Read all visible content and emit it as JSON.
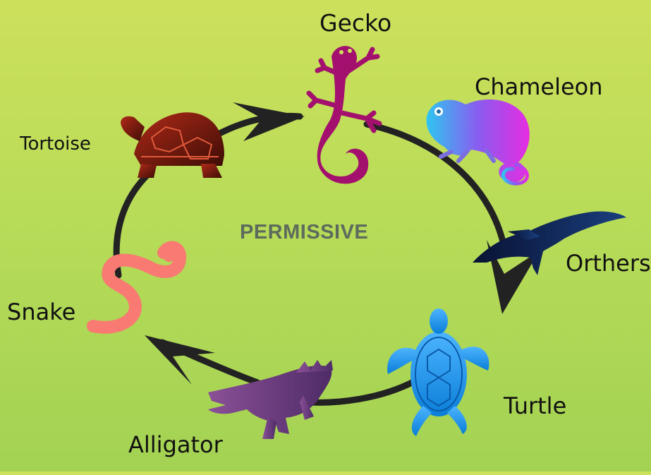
{
  "diagram": {
    "center_label": "PERMISSIVE",
    "nodes": [
      {
        "key": "gecko",
        "label": "Gecko",
        "icon": "gecko-icon"
      },
      {
        "key": "chameleon",
        "label": "Chameleon",
        "icon": "chameleon-icon"
      },
      {
        "key": "others",
        "label": "Orthers",
        "icon": "pterosaur-icon"
      },
      {
        "key": "turtle",
        "label": "Turtle",
        "icon": "turtle-icon"
      },
      {
        "key": "alligator",
        "label": "Alligator",
        "icon": "alligator-icon"
      },
      {
        "key": "snake",
        "label": "Snake",
        "icon": "snake-icon"
      },
      {
        "key": "tortoise",
        "label": "Tortoise",
        "icon": "tortoise-icon"
      }
    ]
  },
  "colors": {
    "background_top": "#cde05c",
    "background_bottom": "#a3d253",
    "cycle_arrow": "#222222",
    "gecko": "#a3106d",
    "tortoise": "#7a1a10",
    "snake": "#f87a72",
    "alligator": "#6a3d80",
    "turtle": "#1e90e8",
    "pterosaur": "#0d1f4d",
    "chameleon_start": "#2ec6f0",
    "chameleon_end": "#e62ce0"
  }
}
